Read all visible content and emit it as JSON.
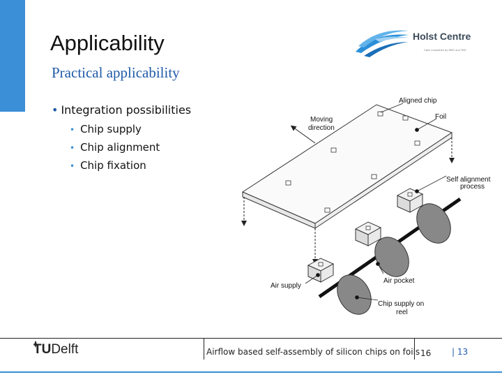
{
  "slide": {
    "title": "Applicability",
    "subtitle": "Practical applicability"
  },
  "logo": {
    "name": "Holst Centre",
    "tagline": "Open innovation by IMEC and TNO"
  },
  "bullets": {
    "main": "Integration possibilities",
    "items": [
      "Chip supply",
      "Chip alignment",
      "Chip fixation"
    ]
  },
  "diagram": {
    "labels": {
      "aligned_chip": "Aligned chip",
      "moving_direction_1": "Moving",
      "moving_direction_2": "direction",
      "foil": "Foil",
      "self_alignment_1": "Self alignment",
      "self_alignment_2": "process",
      "air_supply": "Air supply",
      "air_pocket": "Air pocket",
      "chip_supply_1": "Chip supply on",
      "chip_supply_2": "reel"
    }
  },
  "footer": {
    "university": {
      "tu": "TU",
      "delft": "Delft"
    },
    "title": "Airflow based self-assembly of silicon chips on foils",
    "number": "16",
    "page": "| 13"
  },
  "colors": {
    "accent": "#3a8fd6",
    "subtitle": "#1f5aa8"
  }
}
